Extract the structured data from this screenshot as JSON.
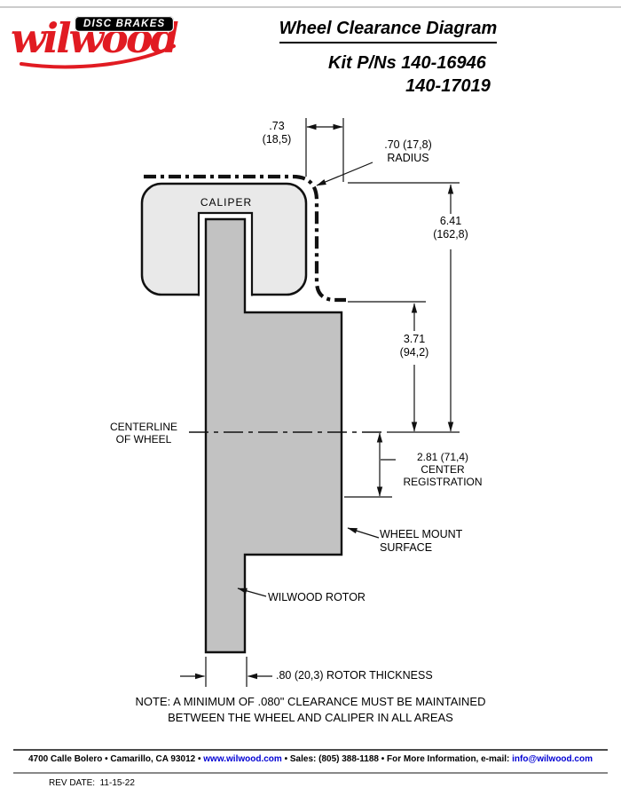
{
  "colors": {
    "brand_red": "#e11b22",
    "link_blue": "#0000d4",
    "caliper_fill": "#e9e9e9",
    "rotor_fill": "#c2c2c2"
  },
  "header": {
    "logo": {
      "script": "wilwood",
      "tagline": "DISC BRAKES"
    },
    "title": "Wheel Clearance Diagram",
    "kit_line1": "Kit P/Ns 140-16946",
    "kit_line2": "140-17019"
  },
  "diagram": {
    "caliper": "CALIPER",
    "dim_gap": {
      "l1": ".73",
      "l2": "(18,5)"
    },
    "radius": {
      "l1": ".70 (17,8)",
      "l2": "RADIUS"
    },
    "dim_total": {
      "l1": "6.41",
      "l2": "(162,8)"
    },
    "dim_mid": {
      "l1": "3.71",
      "l2": "(94,2)"
    },
    "centerline": {
      "l1": "CENTERLINE",
      "l2": "OF WHEEL"
    },
    "center_reg": {
      "l1": "2.81 (71,4)",
      "l2": "CENTER",
      "l3": "REGISTRATION"
    },
    "wheel_mount": {
      "l1": "WHEEL MOUNT",
      "l2": "SURFACE"
    },
    "rotor": "WILWOOD ROTOR",
    "thickness": ".80 (20,3) ROTOR THICKNESS",
    "note1": "NOTE: A MINIMUM OF .080\" CLEARANCE MUST BE MAINTAINED",
    "note2": "BETWEEN THE WHEEL AND CALIPER IN ALL AREAS"
  },
  "footer": {
    "address": "4700 Calle Bolero • Camarillo, CA 93012 • ",
    "web": "www.wilwood.com",
    "middle": " • Sales: (805) 388-1188 • For More Information, e-mail: ",
    "email": "info@wilwood.com",
    "rev_date": "REV DATE:  11-15-22"
  }
}
